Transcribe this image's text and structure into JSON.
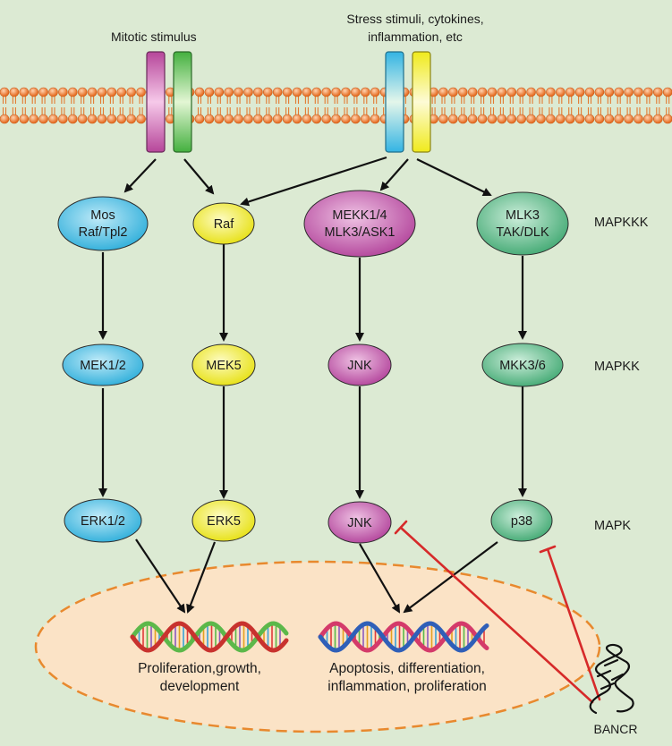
{
  "stimuli": {
    "mitotic": "Mitotic stimulus",
    "stress_line1": "Stress stimuli, cytokines,",
    "stress_line2": "inflammation, etc"
  },
  "tiers": {
    "mapkkk": "MAPKKK",
    "mapkk": "MAPKK",
    "mapk": "MAPK"
  },
  "pathways": [
    {
      "color": "#4ec3e6",
      "mapkkk": [
        "Mos",
        "Raf/Tpl2"
      ],
      "mapkk": "MEK1/2",
      "mapk": "ERK1/2"
    },
    {
      "color": "#f2ef2e",
      "mapkkk": [
        "Raf"
      ],
      "mapkk": "MEK5",
      "mapk": "ERK5"
    },
    {
      "color": "#c45aac",
      "mapkkk": [
        "MEKK1/4",
        "MLK3/ASK1"
      ],
      "mapkk": "JNK",
      "mapk": "JNK"
    },
    {
      "color": "#58b985",
      "mapkkk": [
        "MLK3",
        "TAK/DLK"
      ],
      "mapkk": "MKK3/6",
      "mapk": "p38"
    }
  ],
  "outcomes": {
    "left_line1": "Proliferation,growth,",
    "left_line2": "development",
    "right_line1": "Apoptosis, differentiation,",
    "right_line2": "inflammation, proliferation"
  },
  "inhibitor": {
    "label": "BANCR",
    "color": "#d62a2a"
  },
  "colors": {
    "background": "#dcead3",
    "membrane": "#f07a2c",
    "nucleus_fill": "#fbe3c6",
    "nucleus_border": "#e8892e",
    "receptor_magenta": "#b6469a",
    "receptor_green": "#4bb446",
    "receptor_cyan": "#3ab7e4",
    "receptor_yellow": "#f4ef26"
  }
}
